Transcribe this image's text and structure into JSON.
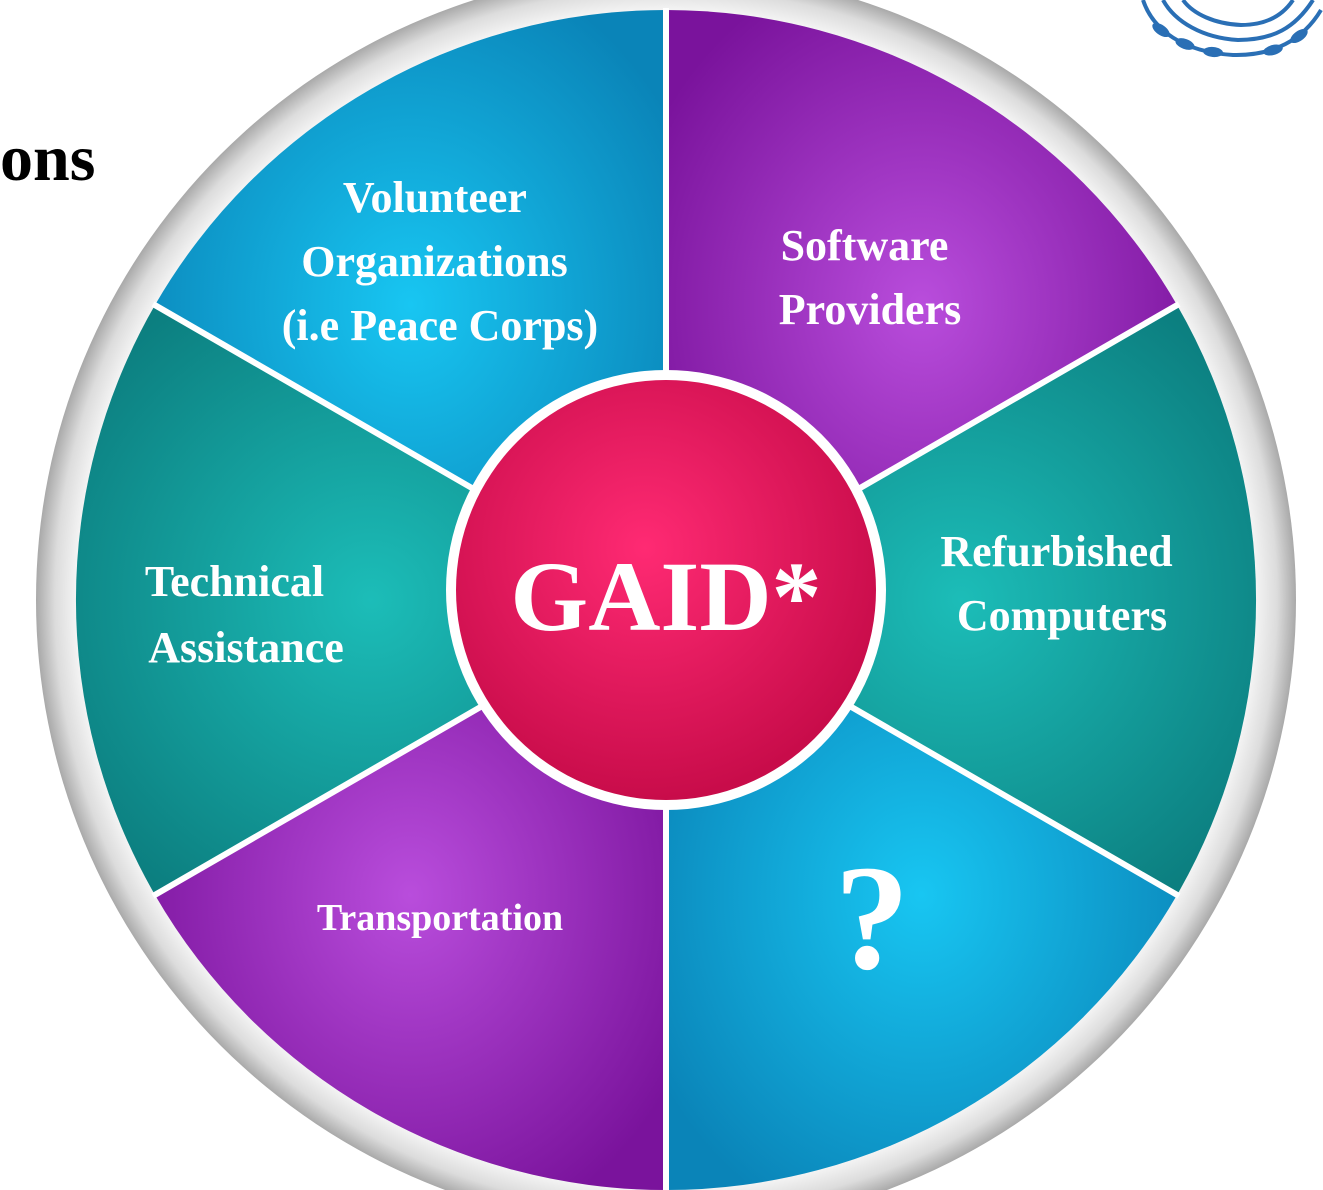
{
  "header": {
    "title_fragment": "ons"
  },
  "wheel": {
    "hub": {
      "label": "GAID*",
      "color": "#e8145c"
    },
    "segments": [
      {
        "id": "volunteer",
        "lines": [
          "Volunteer",
          "Organizations",
          "(i.e Peace Corps)"
        ],
        "color": "#11a8d9"
      },
      {
        "id": "software",
        "lines": [
          "Software",
          "Providers"
        ],
        "color": "#9a2cc0"
      },
      {
        "id": "refurbished",
        "lines": [
          "Refurbished",
          "Computers"
        ],
        "color": "#13a3a0"
      },
      {
        "id": "unknown",
        "lines": [
          "?"
        ],
        "color": "#11a8d9"
      },
      {
        "id": "transportation",
        "lines": [
          "Transportation"
        ],
        "color": "#9a2cc0"
      },
      {
        "id": "technical",
        "lines": [
          "Technical",
          "Assistance"
        ],
        "color": "#13a3a0"
      }
    ]
  },
  "logo": {
    "icon": "un-laurel-logo-icon",
    "color": "#2a6fb5"
  }
}
